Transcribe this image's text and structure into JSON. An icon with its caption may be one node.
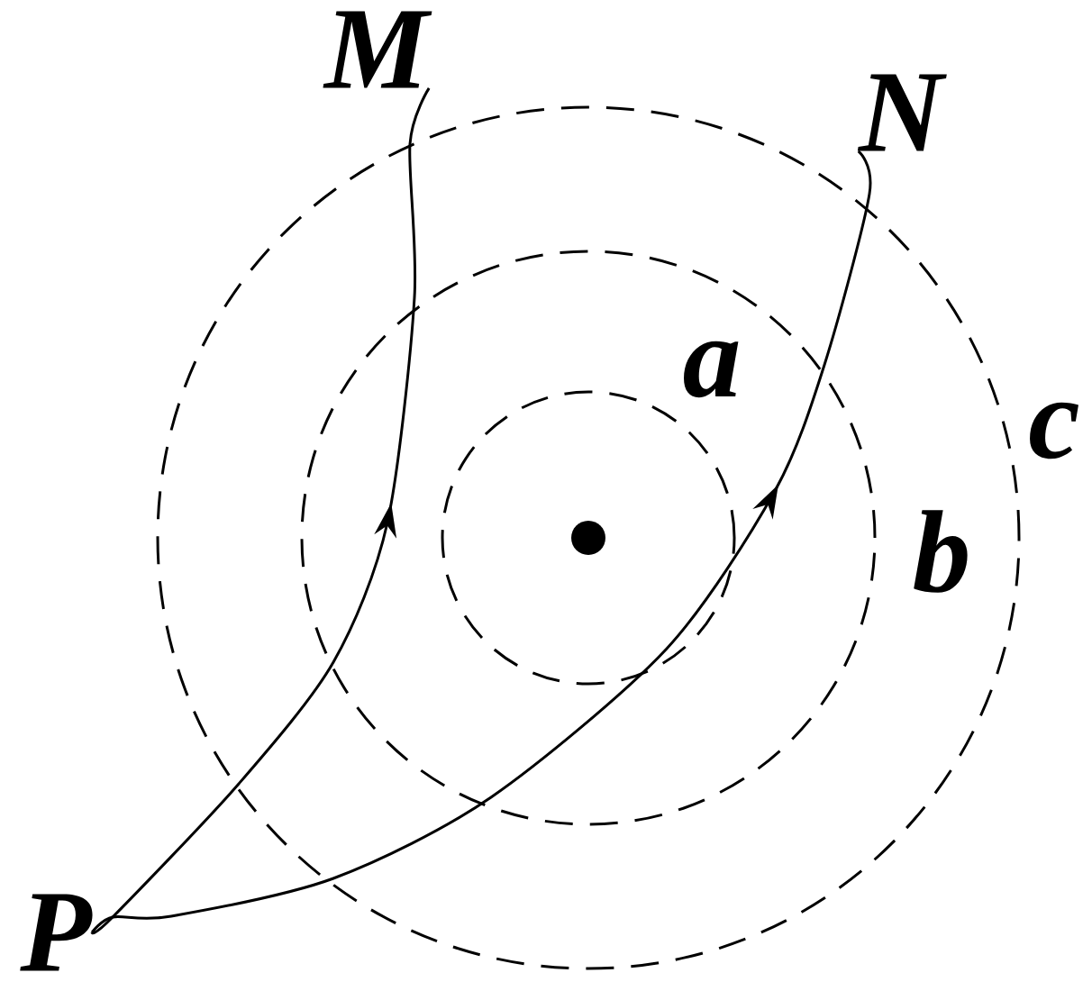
{
  "diagram": {
    "nodes": [
      {
        "text": [
          "P"
        ]
      },
      {
        "text": [
          "M"
        ]
      },
      {
        "text": [
          "N"
        ]
      }
    ],
    "edges": [
      {
        "from": 0,
        "to": 1,
        "arrow": "to"
      },
      {
        "from": 0,
        "to": 2,
        "arrow": "to"
      }
    ],
    "labels": [
      "a",
      "b",
      "c"
    ]
  }
}
